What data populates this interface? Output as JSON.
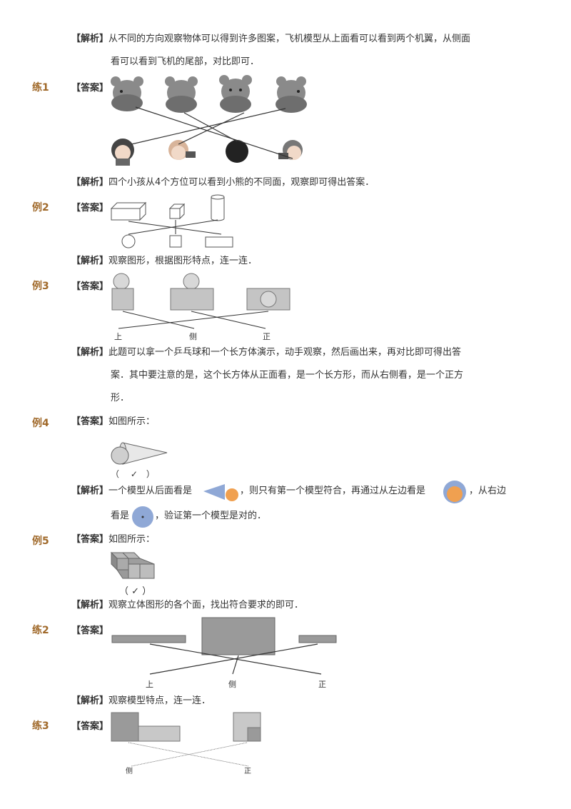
{
  "intro": {
    "tag": "【解析】",
    "line1": "从不同的方向观察物体可以得到许多图案，飞机模型从上面看可以看到两个机翼，从侧面",
    "line2": "看可以看到飞机的尾部，对比即可．"
  },
  "lian1": {
    "label": "练1",
    "answer_tag": "【答案】",
    "analysis_tag": "【解析】",
    "analysis": "四个小孩从4个方位可以看到小熊的不同面，观察即可得出答案．"
  },
  "li2": {
    "label": "例2",
    "answer_tag": "【答案】",
    "analysis_tag": "【解析】",
    "analysis": "观察图形，根据图形特点，连一连．"
  },
  "li3": {
    "label": "例3",
    "answer_tag": "【答案】",
    "labels": [
      "上",
      "侧",
      "正"
    ],
    "analysis_tag": "【解析】",
    "analysis_line1": "此题可以拿一个乒乓球和一个长方体演示，动手观察，然后画出来，再对比即可得出答",
    "analysis_line2": "案．其中要注意的是，这个长方体从正面看，是一个长方形，而从右侧看，是一个正方",
    "analysis_line3": "形．"
  },
  "li4": {
    "label": "例4",
    "answer_tag": "【答案】",
    "answer_text": "如图所示：",
    "check": "（　 ✓　）",
    "analysis_tag": "【解析】",
    "analysis_a": "一个模型从后面看是",
    "analysis_b": "，则只有第一个模型符合，再通过从左边看是",
    "analysis_c": "，从右边",
    "analysis_d": "看是",
    "analysis_e": "，验证第一个模型是对的．"
  },
  "li5": {
    "label": "例5",
    "answer_tag": "【答案】",
    "answer_text": "如图所示：",
    "check": "（ ✓ ）",
    "analysis_tag": "【解析】",
    "analysis": "观察立体图形的各个面，找出符合要求的即可．"
  },
  "lian2": {
    "label": "练2",
    "answer_tag": "【答案】",
    "labels": [
      "上",
      "侧",
      "正"
    ],
    "analysis_tag": "【解析】",
    "analysis": "观察模型特点，连一连．"
  },
  "lian3": {
    "label": "练3",
    "answer_tag": "【答案】",
    "labels": [
      "侧",
      "正"
    ]
  },
  "colors": {
    "label": "#a0692a",
    "shape_fill": "#c8c8c8",
    "shape_dark": "#9a9a9a"
  }
}
